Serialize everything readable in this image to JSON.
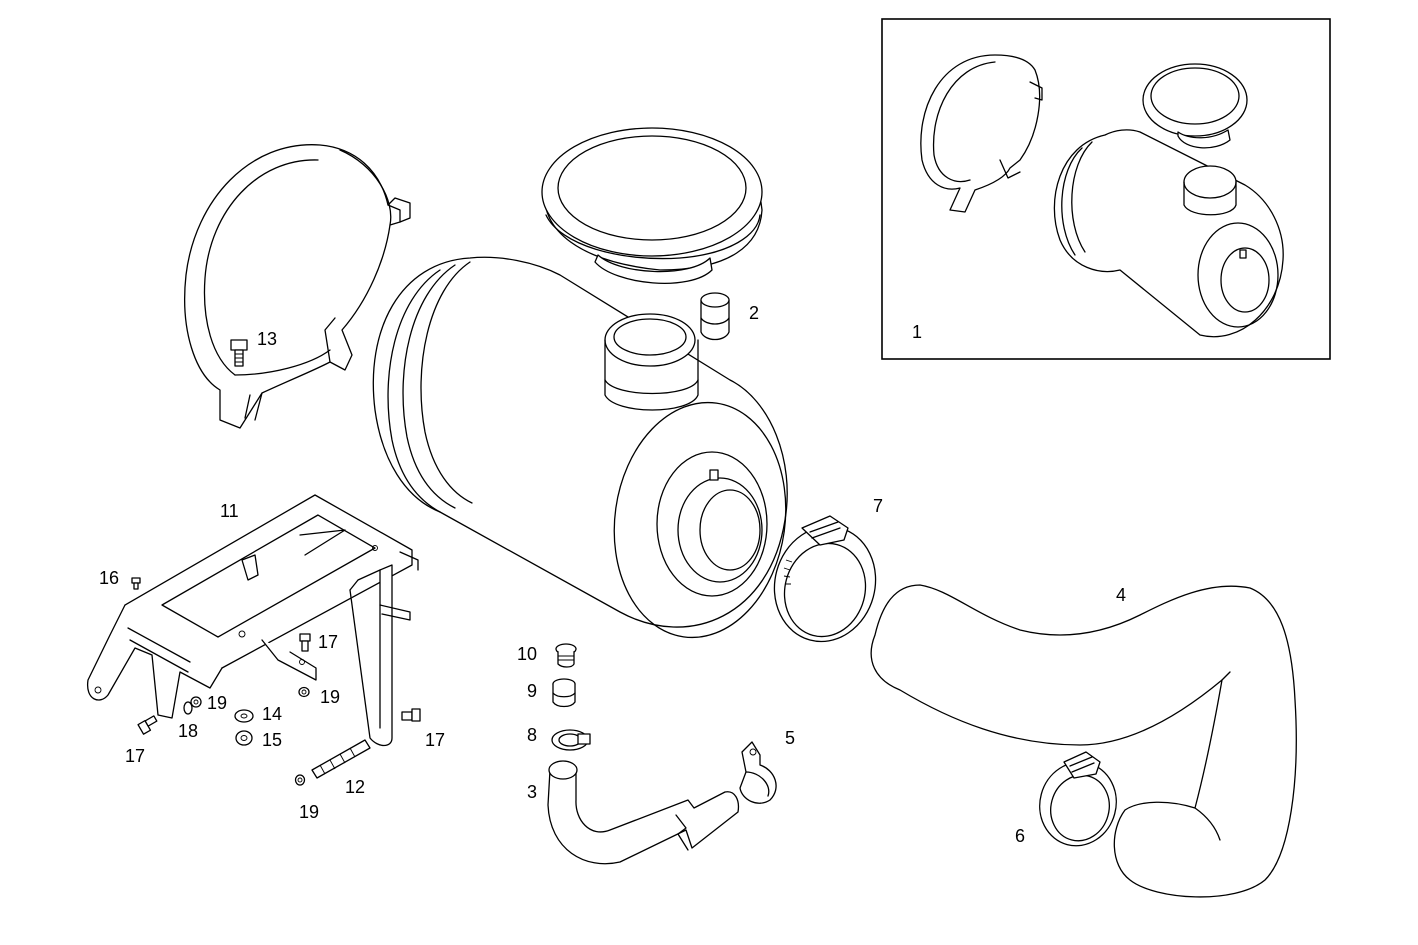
{
  "colors": {
    "ink": "#000000",
    "paper": "#ffffff"
  },
  "callouts": [
    {
      "id": "c1",
      "text": "1"
    },
    {
      "id": "c2",
      "text": "2"
    },
    {
      "id": "c3",
      "text": "3"
    },
    {
      "id": "c4",
      "text": "4"
    },
    {
      "id": "c5",
      "text": "5"
    },
    {
      "id": "c6",
      "text": "6"
    },
    {
      "id": "c7",
      "text": "7"
    },
    {
      "id": "c8",
      "text": "8"
    },
    {
      "id": "c9",
      "text": "9"
    },
    {
      "id": "c10",
      "text": "10"
    },
    {
      "id": "c11",
      "text": "11"
    },
    {
      "id": "c12",
      "text": "12"
    },
    {
      "id": "c13",
      "text": "13"
    },
    {
      "id": "c14",
      "text": "14"
    },
    {
      "id": "c15",
      "text": "15"
    },
    {
      "id": "c16",
      "text": "16"
    },
    {
      "id": "c17a",
      "text": "17"
    },
    {
      "id": "c17b",
      "text": "17"
    },
    {
      "id": "c17c",
      "text": "17"
    },
    {
      "id": "c18",
      "text": "18"
    },
    {
      "id": "c19a",
      "text": "19"
    },
    {
      "id": "c19b",
      "text": "19"
    },
    {
      "id": "c19c",
      "text": "19"
    }
  ]
}
